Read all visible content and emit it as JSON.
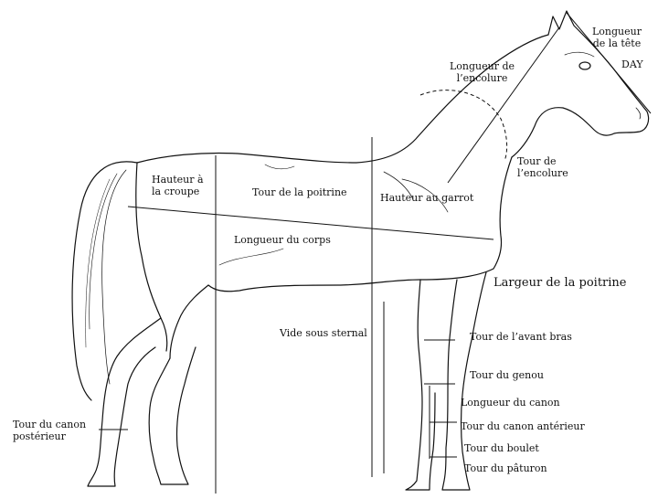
{
  "labels": {
    "head_length": "Longueur\nde la tête",
    "signature": "DAY",
    "neck_length": "Longueur de\nl’encolure",
    "neck_girth": "Tour de\nl’encolure",
    "croup_height": "Hauteur à\nla croupe",
    "chest_girth": "Tour de la poitrine",
    "withers_height": "Hauteur au garrot",
    "body_length": "Longueur du corps",
    "chest_width": "Largeur de la poitrine",
    "sternal_gap": "Vide sous sternal",
    "forearm_girth": "Tour de l’avant bras",
    "knee_girth": "Tour du genou",
    "cannon_length": "Longueur du canon",
    "front_cannon_girth": "Tour du canon antérieur",
    "fetlock_girth": "Tour du boulet",
    "pastern_girth": "Tour du pâturon",
    "rear_cannon_girth": "Tour du canon\npostérieur"
  },
  "colors": {
    "ink": "#111111",
    "background": "#ffffff"
  }
}
